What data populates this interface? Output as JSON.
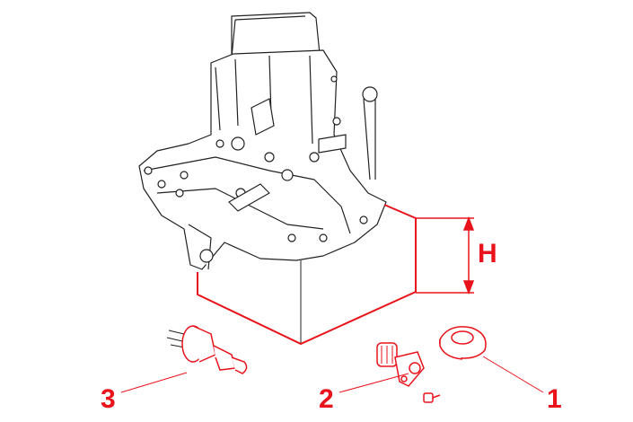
{
  "labels": {
    "height_dimension": "H",
    "part_1": "1",
    "part_2": "2",
    "part_3": "3"
  },
  "colors": {
    "accent": "#e8131b",
    "line": "#222222"
  }
}
